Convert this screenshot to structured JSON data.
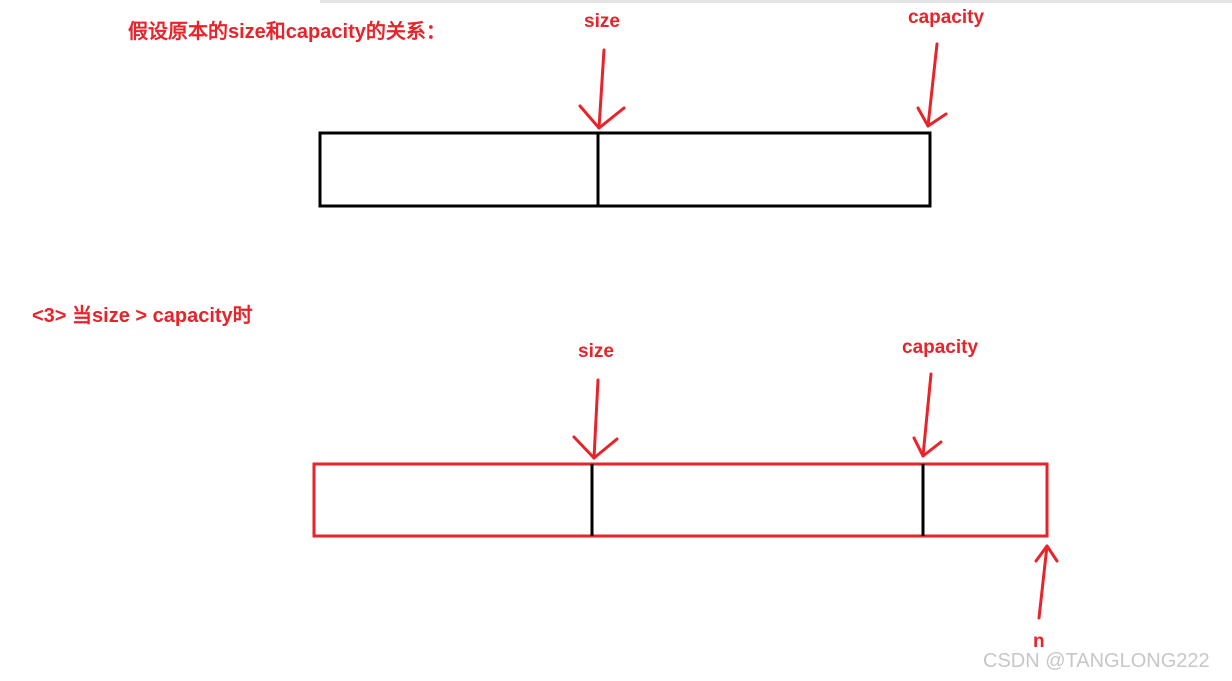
{
  "headings": {
    "top": "假设原本的size和capacity的关系：",
    "bottom": "<3> 当size > capacity时"
  },
  "top_diagram": {
    "size_label": "size",
    "capacity_label": "capacity"
  },
  "bottom_diagram": {
    "size_label": "size",
    "capacity_label": "capacity",
    "n_label": "n"
  },
  "watermark": "CSDN @TANGLONG222",
  "colors": {
    "annotation": "#e8232a",
    "box_stroke": "#000000",
    "watermark": "#c7c7c7"
  }
}
